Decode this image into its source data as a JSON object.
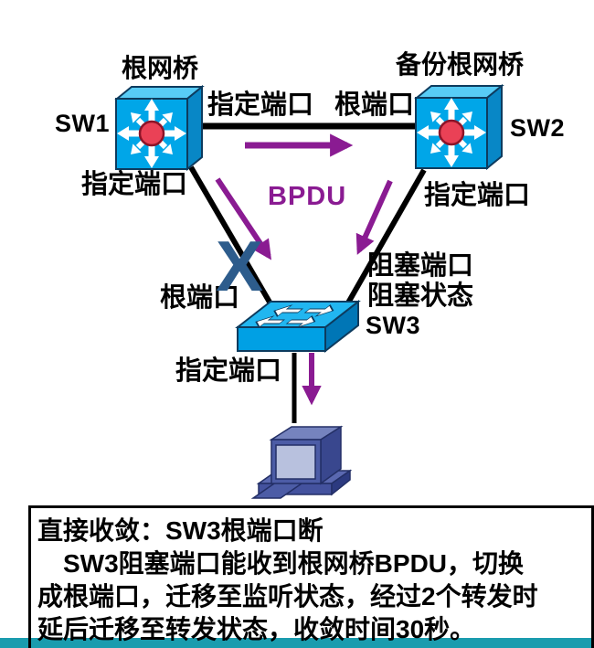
{
  "colors": {
    "accent_purple": "#8A1B92",
    "x_mark_color": "#2D5C8C",
    "teal_bar": "#1A9CAE",
    "switch_cyan": "#00A6E8",
    "switch_dot_red": "#EA4156",
    "pc_blue": "#4C5CA6",
    "link_black": "#000000"
  },
  "diagram": {
    "sw1": {
      "label": "SW1",
      "role": "根网桥",
      "link_port": "指定端口",
      "down_port": "指定端口"
    },
    "sw2": {
      "label": "SW2",
      "role": "备份根网桥",
      "link_port": "根端口",
      "down_port": "指定端口"
    },
    "sw3": {
      "label": "SW3",
      "left_port": "根端口",
      "blocked_port": "阻塞端口",
      "blocked_state": "阻塞状态",
      "down_port": "指定端口"
    },
    "bpdu_label": "BPDU",
    "x_mark": "X"
  },
  "note_box": {
    "lines": [
      "直接收敛：SW3根端口断",
      "　SW3阻塞端口能收到根网桥BPDU，切换",
      "成根端口，迁移至监听状态，经过2个转发时",
      "延后迁移至转发状态，收敛时间30秒。"
    ]
  }
}
